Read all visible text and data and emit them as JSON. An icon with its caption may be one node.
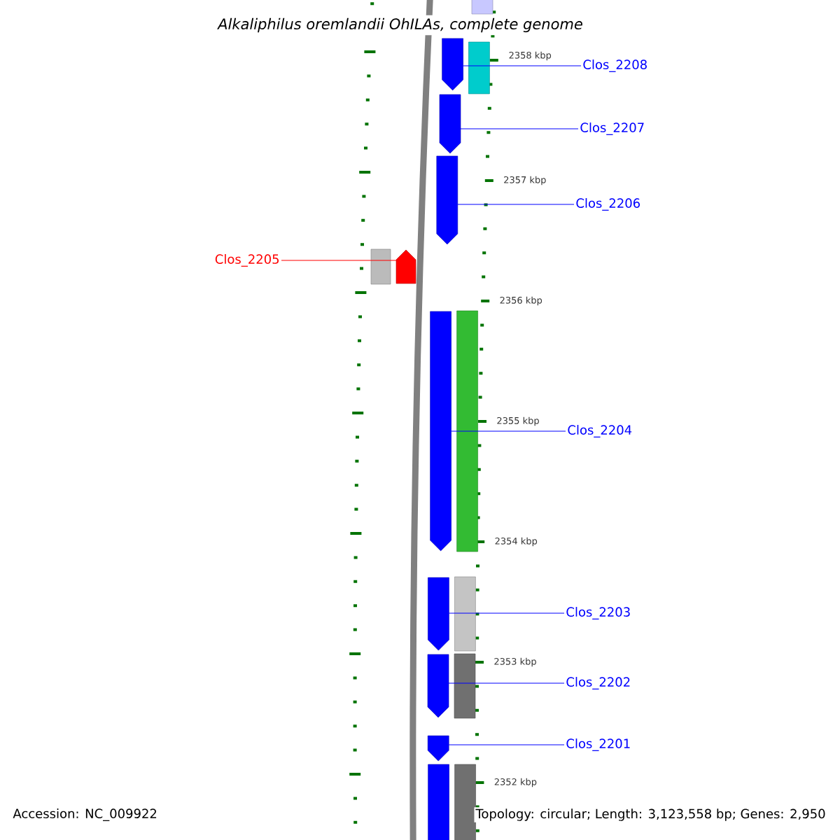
{
  "diagram": {
    "title": "Alkaliphilus oremlandii OhILAs, complete genome",
    "nodes": [
      {
        "text": [
          "Clos_2208"
        ]
      },
      {
        "text": [],
        "shape": "arrow"
      },
      {
        "text": [],
        "shape": "bar"
      },
      {
        "text": [],
        "shape": "bar"
      },
      {
        "text": [
          "Clos_2207"
        ]
      },
      {
        "text": [],
        "shape": "arrow"
      },
      {
        "text": [
          "Clos_2206"
        ]
      },
      {
        "text": [],
        "shape": "arrow"
      },
      {
        "text": [
          "Clos_2205"
        ]
      },
      {
        "text": [],
        "shape": "bar"
      },
      {
        "text": [],
        "shape": "arrow"
      },
      {
        "text": [],
        "shape": "arrow"
      },
      {
        "text": [],
        "shape": "bar"
      },
      {
        "text": [
          "Clos_2204"
        ]
      },
      {
        "text": [],
        "shape": "arrow"
      },
      {
        "text": [],
        "shape": "bar"
      },
      {
        "text": [
          "Clos_2203"
        ]
      },
      {
        "text": [],
        "shape": "arrow"
      },
      {
        "text": [],
        "shape": "bar"
      },
      {
        "text": [
          "Clos_2202"
        ]
      },
      {
        "text": [],
        "shape": "arrow"
      },
      {
        "text": [
          "Clos_2201"
        ]
      },
      {
        "text": [],
        "shape": "bar"
      },
      {
        "text": [],
        "shape": "bar"
      }
    ],
    "edges": [
      {
        "from": 0,
        "to": 1,
        "arrow": "none"
      },
      {
        "from": 4,
        "to": 5,
        "arrow": "none"
      },
      {
        "from": 6,
        "to": 7,
        "arrow": "none"
      },
      {
        "from": 8,
        "to": 10,
        "arrow": "none",
        "color": "#ff0000"
      },
      {
        "from": 13,
        "to": 11,
        "arrow": "none"
      },
      {
        "from": 16,
        "to": 14,
        "arrow": "none"
      },
      {
        "from": 19,
        "to": 17,
        "arrow": "none"
      },
      {
        "from": 21,
        "to": 20,
        "arrow": "none"
      }
    ],
    "labels": [
      "2358 kbp",
      "2357 kbp",
      "2356 kbp",
      "2355 kbp",
      "2354 kbp",
      "2353 kbp",
      "2352 kbp",
      "Accession: NC_009922",
      "Topology: circular; Length: 3,123,558 bp; Genes: 2,950"
    ]
  }
}
